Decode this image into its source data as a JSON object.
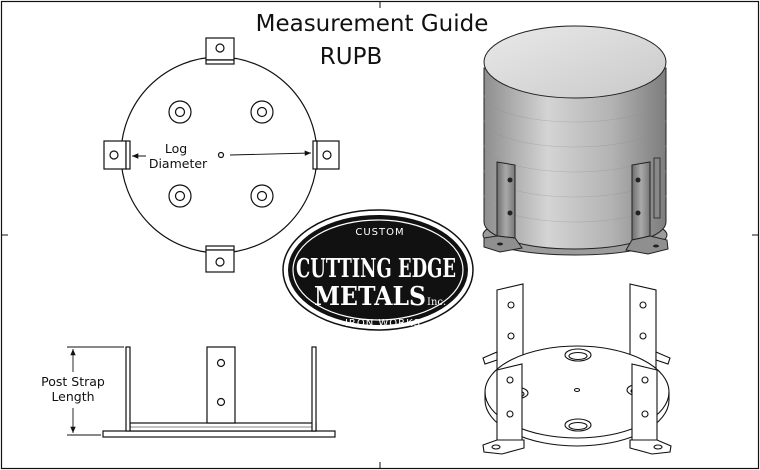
{
  "header": {
    "title": "Measurement Guide",
    "subtitle": "RUPB"
  },
  "top_view": {
    "diameter_label_line1": "Log",
    "diameter_label_line2": "Diameter"
  },
  "side_view": {
    "strap_label_line1": "Post Strap",
    "strap_label_line2": "Length"
  },
  "logo": {
    "top_text": "CUSTOM",
    "line1": "CUTTING EDGE",
    "line2": "METALS",
    "inc": "Inc.",
    "bottom_text": "IRON WORKS"
  },
  "colors": {
    "line": "#111111",
    "logo_bg": "#111111",
    "logo_fg": "#ffffff",
    "cylinder_body": "#b9b9b9",
    "cylinder_top": "#d8d8d8",
    "metal": "#9a9a9a"
  }
}
